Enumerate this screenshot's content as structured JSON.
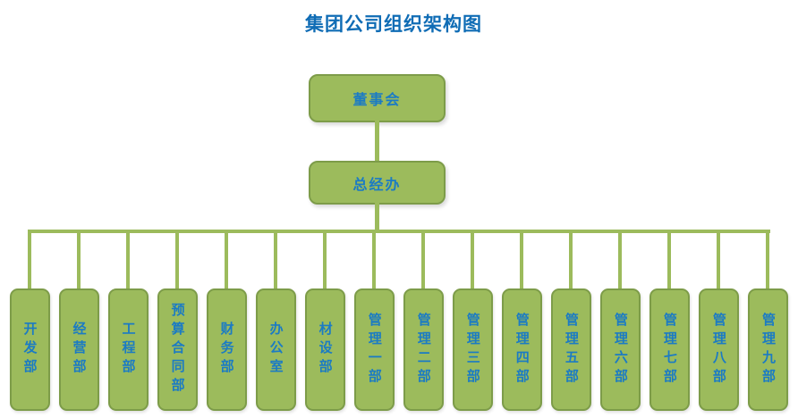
{
  "title": "集团公司组织架构图",
  "colors": {
    "title_text": "#0f6cb5",
    "node_text": "#1b7bc4",
    "node_fill": "#9cbb5c",
    "node_border": "#7d9c49",
    "connector": "#9cbb5c"
  },
  "nodes": {
    "board": "董事会",
    "general_office": "总经办"
  },
  "departments": [
    "开发部",
    "经营部",
    "工程部",
    "预算合同部",
    "财务部",
    "办公室",
    "材设部",
    "管理一部",
    "管理二部",
    "管理三部",
    "管理四部",
    "管理五部",
    "管理六部",
    "管理七部",
    "管理八部",
    "管理九部"
  ]
}
